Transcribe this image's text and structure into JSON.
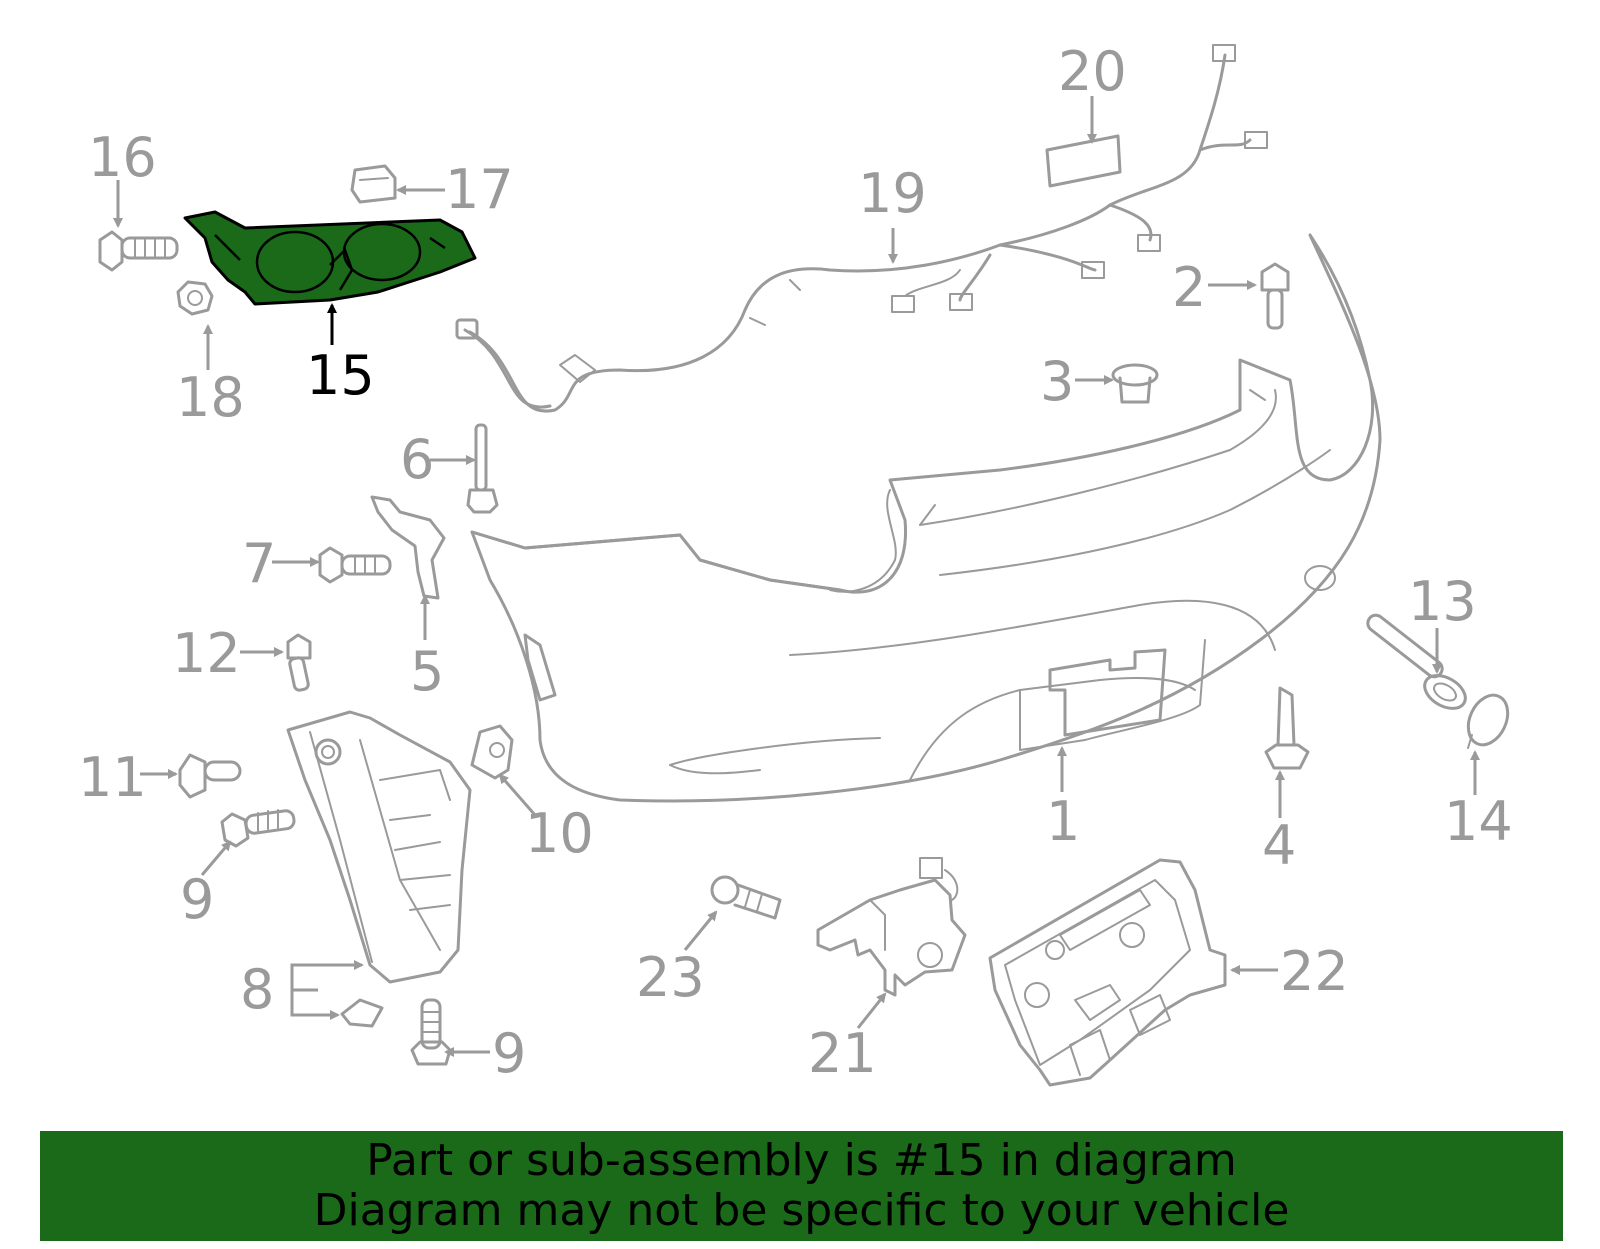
{
  "diagram": {
    "highlighted_part": "15",
    "labels": [
      "1",
      "2",
      "3",
      "4",
      "5",
      "6",
      "7",
      "8",
      "9",
      "9",
      "10",
      "11",
      "12",
      "13",
      "14",
      "15",
      "16",
      "17",
      "18",
      "19",
      "20",
      "21",
      "22",
      "23"
    ]
  },
  "banner": {
    "line1": "Part or sub-assembly is #15 in diagram",
    "line2": "Diagram may not be specific to your vehicle",
    "color": "#1a6a1a"
  }
}
